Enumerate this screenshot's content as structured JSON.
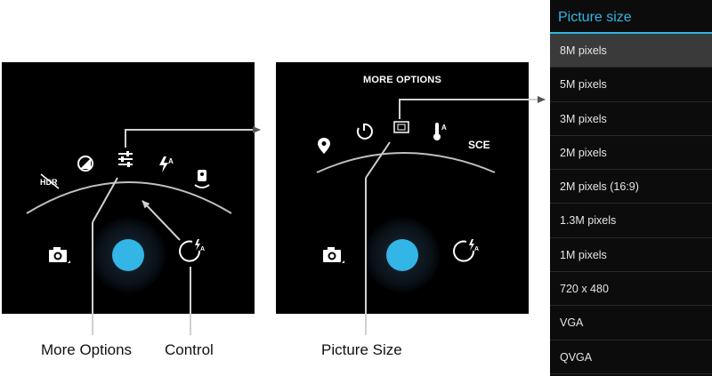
{
  "screen1": {
    "icons": [
      "hdr-off-icon",
      "exposure-icon",
      "settings-sliders-icon",
      "flash-auto-icon",
      "camera-switch-icon"
    ],
    "bottom": [
      "camera-mode-icon",
      "shutter-button",
      "control-dial-icon"
    ]
  },
  "screen2": {
    "title": "MORE OPTIONS",
    "scene_label": "SCE"
  },
  "callouts": {
    "more_options": "More Options",
    "control": "Control",
    "picture_size": "Picture Size"
  },
  "picture_size_menu": {
    "title": "Picture size",
    "options": [
      "8M pixels",
      "5M pixels",
      "3M pixels",
      "2M pixels",
      "2M pixels (16:9)",
      "1.3M pixels",
      "1M pixels",
      "720 x 480",
      "VGA",
      "QVGA"
    ],
    "selected_index": 0
  },
  "colors": {
    "accent": "#33b5e5",
    "screen_bg": "#000000",
    "menu_bg": "#0c0c0c"
  }
}
